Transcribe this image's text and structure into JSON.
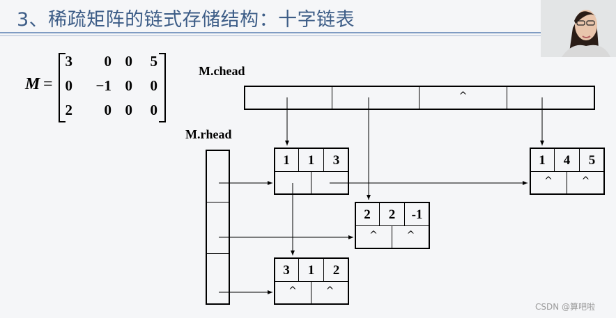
{
  "title": "3、稀疏矩阵的链式存储结构：十字链表",
  "matrix": {
    "label": "M",
    "equals": "=",
    "rows": [
      [
        "3",
        "0",
        "0",
        "5"
      ],
      [
        "0",
        "−1",
        "0",
        "0"
      ],
      [
        "2",
        "0",
        "0",
        "0"
      ]
    ]
  },
  "chead": {
    "label": "M.chead",
    "cells": [
      "",
      "",
      "^",
      ""
    ]
  },
  "rhead": {
    "label": "M.rhead"
  },
  "nodes": [
    {
      "id": "n11",
      "vals": [
        "1",
        "1",
        "3"
      ],
      "down": "",
      "right": ""
    },
    {
      "id": "n14",
      "vals": [
        "1",
        "4",
        "5"
      ],
      "down": "^",
      "right": "^"
    },
    {
      "id": "n22",
      "vals": [
        "2",
        "2",
        "-1"
      ],
      "down": "^",
      "right": "^"
    },
    {
      "id": "n31",
      "vals": [
        "3",
        "1",
        "2"
      ],
      "down": "^",
      "right": "^"
    }
  ],
  "watermark": "CSDN @算吧啦",
  "colors": {
    "title": "#3d5d87",
    "rule": "#7f9cc3",
    "background": "#f5f6f8"
  }
}
